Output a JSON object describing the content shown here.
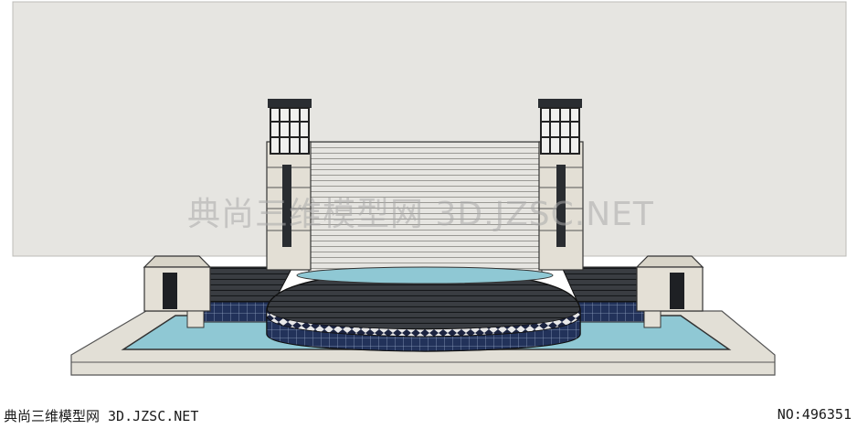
{
  "watermark": {
    "center_text": "典尚三维模型网 3D.JZSC.NET",
    "footer_text": "典尚三维模型网 3D.JZSC.NET",
    "id_text": "NO:496351"
  },
  "colors": {
    "background": "#ffffff",
    "wall": "#e4e3df",
    "stone": "#d9d6cc",
    "water": "#8fc8d4",
    "dark_stone": "#2e3136",
    "tile": "#1d2a4a"
  }
}
